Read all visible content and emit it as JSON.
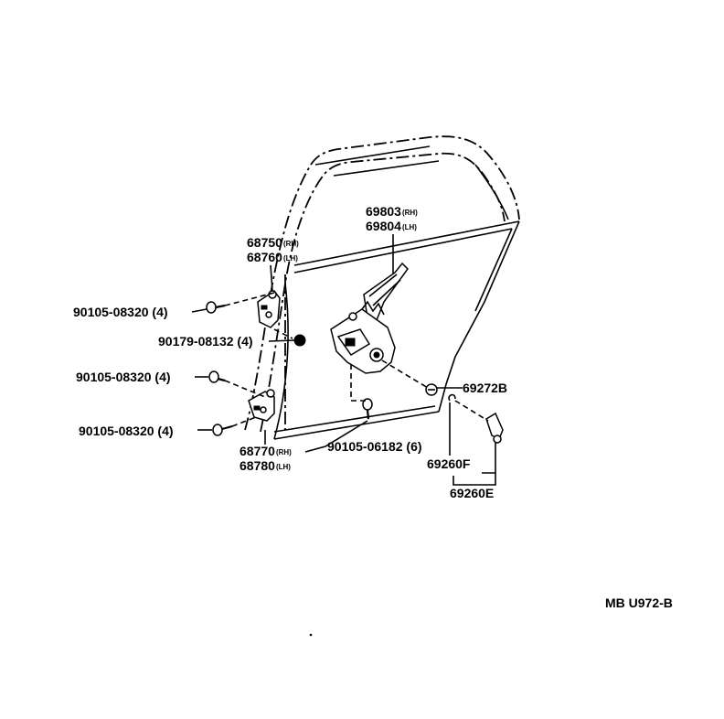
{
  "diagram": {
    "labels": {
      "regulator_rh": "69803",
      "regulator_rh_suffix": "(RH)",
      "regulator_lh": "69804",
      "regulator_lh_suffix": "(LH)",
      "upper_hinge_rh": "68750",
      "upper_hinge_rh_suffix": "(RH)",
      "upper_hinge_lh": "68760",
      "upper_hinge_lh_suffix": "(LH)",
      "lower_hinge_rh": "68770",
      "lower_hinge_rh_suffix": "(RH)",
      "lower_hinge_lh": "68780",
      "lower_hinge_lh_suffix": "(LH)",
      "bolt_upper": "90105-08320 (4)",
      "bolt_middle": "90105-08320 (4)",
      "bolt_lower": "90105-08320 (4)",
      "nut": "90179-08132 (4)",
      "regulator_bolt": "90105-06182 (6)",
      "clip": "69272B",
      "rod_f": "69260F",
      "rod_e": "69260E",
      "figure_code": "MB U972-B"
    }
  }
}
